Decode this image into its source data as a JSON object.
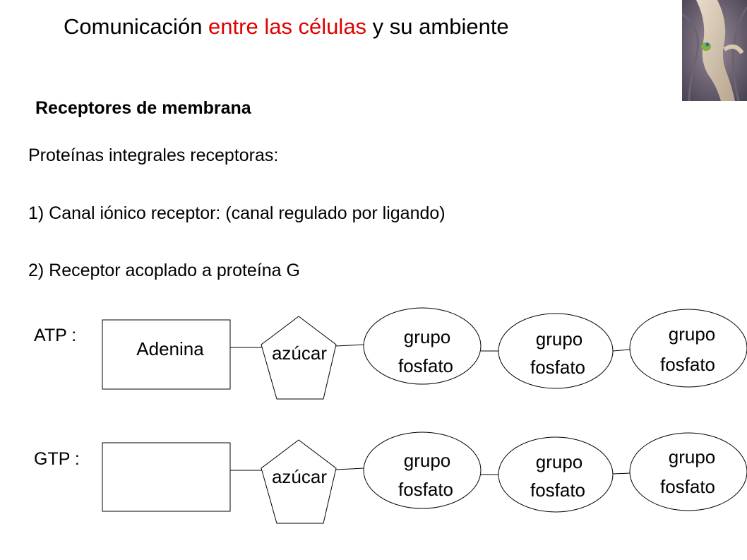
{
  "title": {
    "part1": "Comunicación ",
    "part2": "entre las células",
    "part3": " y su ambiente",
    "highlight_color": "#e00000"
  },
  "subtitle": "Receptores de membrana",
  "body": {
    "line1": "Proteínas integrales receptoras:",
    "line2": "1) Canal iónico receptor: (canal regulado por ligando)",
    "line3": "2) Receptor acoplado a proteína G"
  },
  "diagram": {
    "atp": {
      "label": "ATP :",
      "base": "Adenina",
      "sugar": "azúcar",
      "phosphates": [
        {
          "line1": "grupo",
          "line2": "fosfato"
        },
        {
          "line1": "grupo",
          "line2": "fosfato"
        },
        {
          "line1": "grupo",
          "line2": "fosfato"
        }
      ]
    },
    "gtp": {
      "label": "GTP :",
      "base": "",
      "sugar": "azúcar",
      "phosphates": [
        {
          "line1": "grupo",
          "line2": "fosfato"
        },
        {
          "line1": "grupo",
          "line2": "fosfato"
        },
        {
          "line1": "grupo",
          "line2": "fosfato"
        }
      ]
    }
  },
  "image": {
    "icon": "neuron-illustration"
  }
}
